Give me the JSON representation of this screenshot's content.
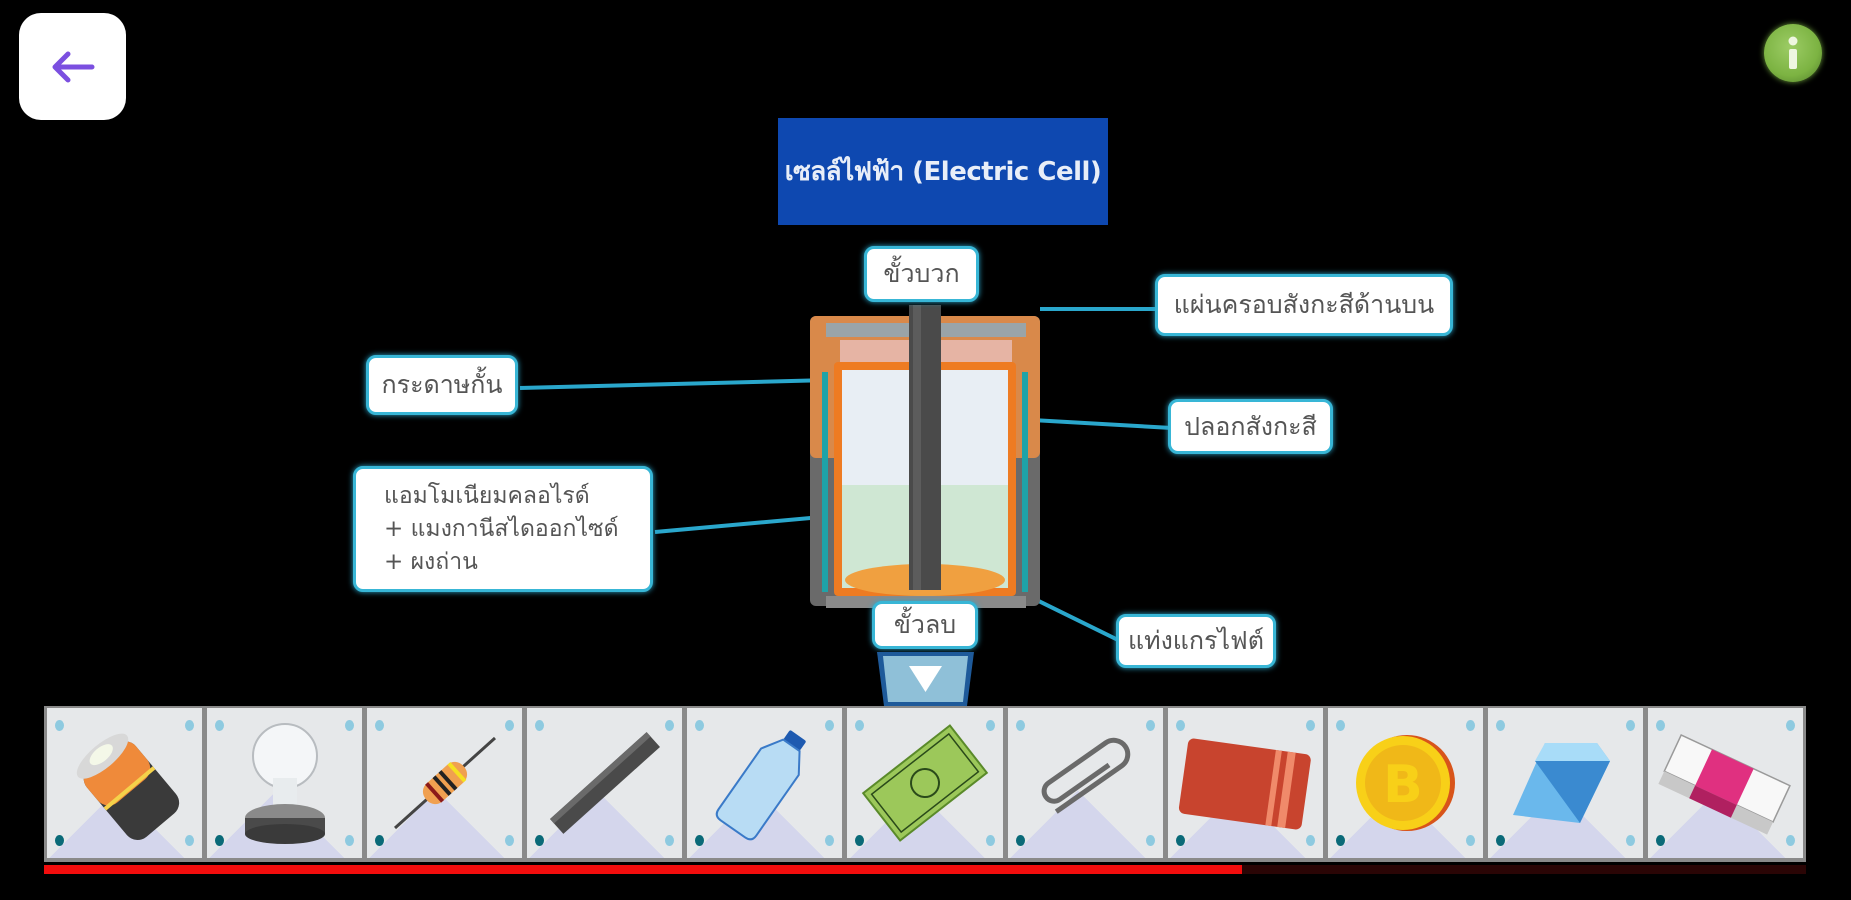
{
  "header": {
    "back_button": {
      "icon": "arrow-left-icon",
      "color": "#7b4fe0"
    },
    "info_button": {
      "icon": "info-icon",
      "color": "#7cb342"
    }
  },
  "title": "เซลล์ไฟฟ้า (Electric Cell)",
  "diagram": {
    "labels": {
      "positive_terminal": "ขั้วบวก",
      "zinc_top_plate": "แผ่นครอบสังกะสีด้านบน",
      "separator_paper": "กระดาษกั้น",
      "zinc_casing": "ปลอกสังกะสี",
      "electrolyte_lines": [
        "แอมโมเนียมคลอไรด์",
        "+ แมงกานีสไดออกไซด์",
        "+ ผงถ่าน"
      ],
      "negative_terminal": "ขั้วลบ",
      "carbon_rod": "แท่งแกรไฟต์"
    },
    "colors": {
      "label_border": "#38b6d6",
      "title_bg": "#0e48b0"
    }
  },
  "collapse_button": {
    "icon": "triangle-down-icon"
  },
  "toolbar": {
    "items": [
      {
        "name": "battery",
        "icon": "battery-icon"
      },
      {
        "name": "light-bulb",
        "icon": "light-bulb-icon"
      },
      {
        "name": "resistor",
        "icon": "resistor-icon"
      },
      {
        "name": "graphite-rod",
        "icon": "graphite-rod-icon"
      },
      {
        "name": "plastic-bottle",
        "icon": "plastic-bottle-icon"
      },
      {
        "name": "banknote",
        "icon": "banknote-icon"
      },
      {
        "name": "paper-clip",
        "icon": "paper-clip-icon"
      },
      {
        "name": "card",
        "icon": "card-icon"
      },
      {
        "name": "coin",
        "icon": "coin-icon"
      },
      {
        "name": "diamond",
        "icon": "diamond-icon"
      },
      {
        "name": "eraser",
        "icon": "eraser-icon"
      }
    ]
  },
  "progress": {
    "value_percent": 68,
    "color": "#f20d0d"
  }
}
